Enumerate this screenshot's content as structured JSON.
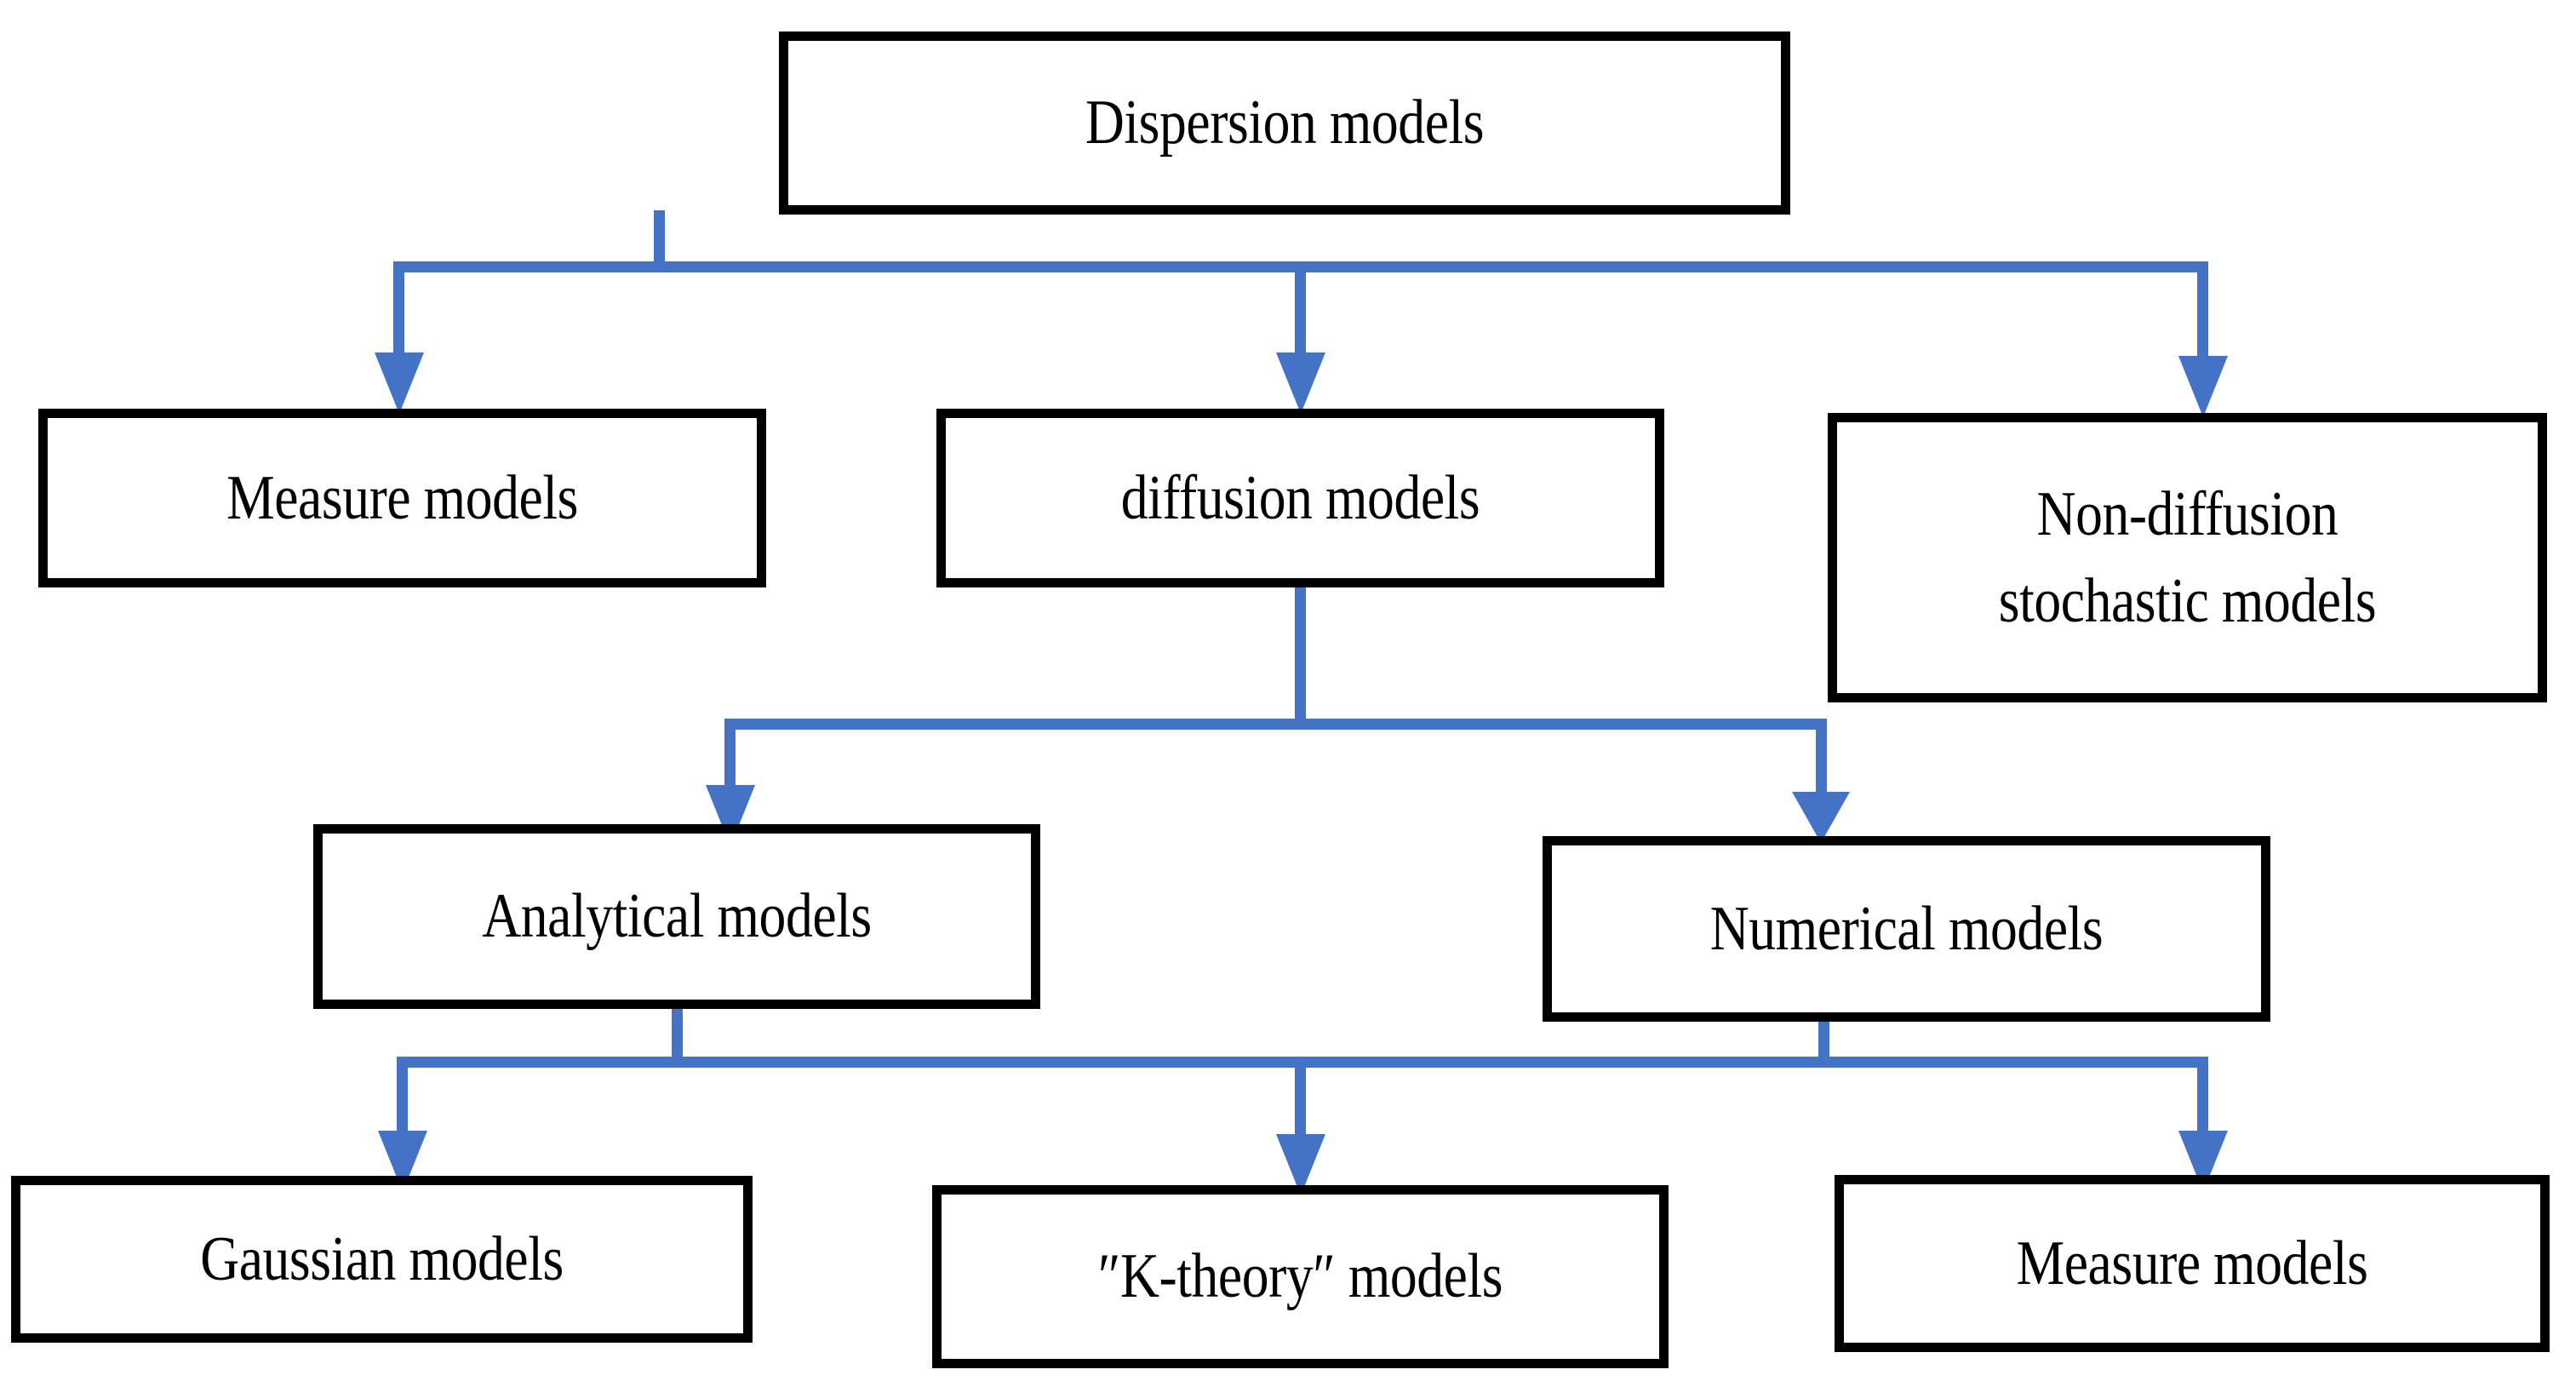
{
  "diagram": {
    "type": "flowchart",
    "orientation": "top-down",
    "accent_color": "#4472C4",
    "box_border_color": "#000000",
    "background_color": "#FFFFFF",
    "text_color": "#000000",
    "nodes": [
      {
        "id": "dispersion-models",
        "label": "Dispersion models",
        "level": 1
      },
      {
        "id": "measure-models",
        "label": "Measure models",
        "level": 2
      },
      {
        "id": "diffusion-models",
        "label": "diffusion models",
        "level": 2
      },
      {
        "id": "non-diffusion-stochastic",
        "label": "Non-diffusion\nstochastic models",
        "level": 2
      },
      {
        "id": "analytical-models",
        "label": "Analytical models",
        "level": 3
      },
      {
        "id": "numerical-models",
        "label": "Numerical models",
        "level": 3
      },
      {
        "id": "gaussian-models",
        "label": "Gaussian models",
        "level": 4
      },
      {
        "id": "k-theory-models",
        "label": "″K-theory″ models",
        "level": 4
      },
      {
        "id": "measure-models-bottom",
        "label": "Measure models",
        "level": 4
      }
    ],
    "edges": [
      {
        "from": "dispersion-models",
        "to": "measure-models"
      },
      {
        "from": "dispersion-models",
        "to": "diffusion-models"
      },
      {
        "from": "dispersion-models",
        "to": "non-diffusion-stochastic"
      },
      {
        "from": "diffusion-models",
        "to": "analytical-models"
      },
      {
        "from": "diffusion-models",
        "to": "numerical-models"
      },
      {
        "from": "analytical-models",
        "to": "gaussian-models"
      },
      {
        "from": "analytical-models",
        "to": "k-theory-models"
      },
      {
        "from": "analytical-models",
        "to": "measure-models-bottom"
      },
      {
        "from": "numerical-models",
        "to": "gaussian-models"
      },
      {
        "from": "numerical-models",
        "to": "k-theory-models"
      },
      {
        "from": "numerical-models",
        "to": "measure-models-bottom"
      }
    ]
  }
}
